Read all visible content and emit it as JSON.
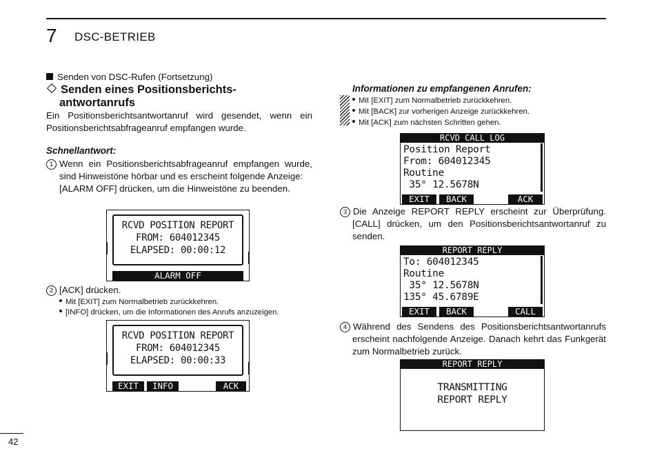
{
  "header": {
    "chapter_number": "7",
    "chapter_title": "DSC-BETRIEB"
  },
  "left": {
    "section": "Senden von DSC-Rufen (Fortsetzung)",
    "heading_line1": "Senden eines Positionsberichts-",
    "heading_line2": "antwortanrufs",
    "intro": "Ein Positionsberichtsantwortanruf wird gesendet, wenn ein Positionsberichtsabfrageanruf empfangen wurde.",
    "quick_title": "Schnellantwort:",
    "step1_num": "1",
    "step1_text": "Wenn ein Positionsberichtsabfrageanruf empfangen wurde, sind Hinweistöne hörbar und es erscheint folgende Anzeige:",
    "step1_action": "[ALARM OFF] drücken, um die Hinweistöne zu beenden.",
    "screen1": {
      "line1": "RCVD POSITION REPORT",
      "line2": "FROM: 604012345",
      "line3": "ELAPSED: 00:00:12",
      "bar": "ALARM OFF"
    },
    "step2_num": "2",
    "step2_text": "[ACK] drücken.",
    "step2_b1": "Mit [EXIT] zum Normalbetrieb zurückkehren.",
    "step2_b2": "[INFO] drücken, um die Informationen des Anrufs anzuzeigen.",
    "screen2": {
      "line1": "RCVD POSITION REPORT",
      "line2": "FROM: 604012345",
      "line3": "ELAPSED: 00:00:33",
      "key1": "EXIT",
      "key2": "INFO",
      "key3": "ACK"
    }
  },
  "right": {
    "info_title": "Informationen zu empfangenen Anrufen:",
    "info_b1": "Mit [EXIT] zum Normalbetrieb zurückkehren.",
    "info_b2": "Mit [BACK] zur vorherigen Anzeige zurückkehren.",
    "info_b3": "Mit [ACK] zum nächsten Schritten gehen.",
    "screen3": {
      "title": "RCVD CALL LOG",
      "line1": "Position Report",
      "line2": "From: 604012345",
      "line3": "Routine",
      "line4": " 35° 12.5678N",
      "key1": "EXIT",
      "key2": "BACK",
      "key3": "ACK"
    },
    "step3_num": "3",
    "step3_text": "Die Anzeige REPORT REPLY erscheint zur Überprüfung. [CALL] drücken, um den Positionsberichtsantwortanruf zu senden.",
    "screen4": {
      "title": "REPORT REPLY",
      "line1": "To: 604012345",
      "line2": "Routine",
      "line3": " 35° 12.5678N",
      "line4": "135° 45.6789E",
      "key1": "EXIT",
      "key2": "BACK",
      "key3": "CALL"
    },
    "step4_num": "4",
    "step4_text": "Während des Sendens des Positionsberichtsantwortanrufs erscheint nachfolgende Anzeige. Danach kehrt das Funkgerät zum Normalbetrieb zurück.",
    "screen5": {
      "title": "REPORT REPLY",
      "line1": "TRANSMITTING",
      "line2": "REPORT REPLY"
    }
  },
  "footer": {
    "page_number": "42"
  },
  "colors": {
    "ink": "#111111",
    "paper": "#ffffff"
  }
}
